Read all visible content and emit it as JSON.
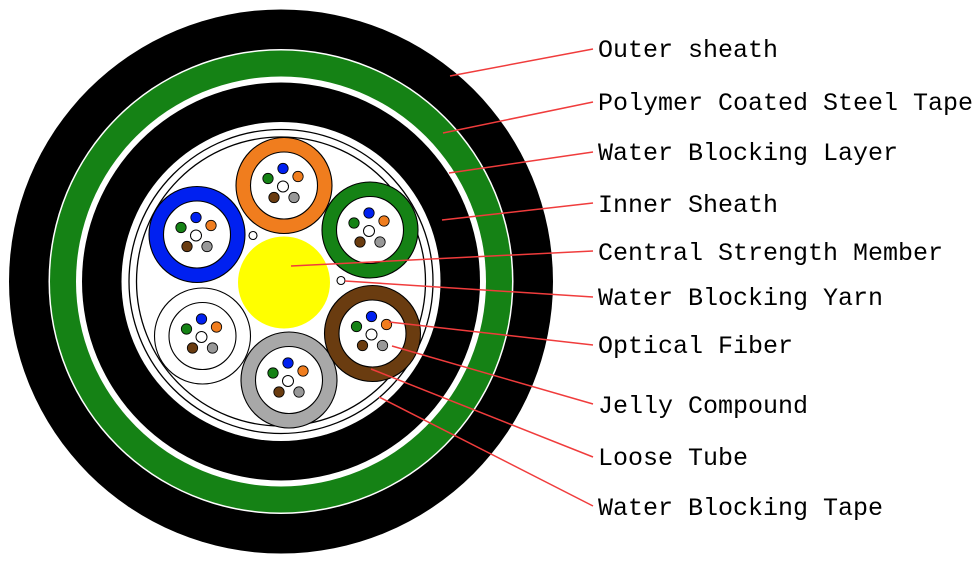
{
  "diagram": {
    "subject": "Optical fiber cable cross-section",
    "labels": [
      {
        "text": "Outer sheath"
      },
      {
        "text": "Polymer Coated Steel Tape"
      },
      {
        "text": "Water Blocking Layer"
      },
      {
        "text": "Inner Sheath"
      },
      {
        "text": "Central Strength Member"
      },
      {
        "text": "Water Blocking Yarn"
      },
      {
        "text": "Optical Fiber"
      },
      {
        "text": "Jelly Compound"
      },
      {
        "text": "Loose Tube"
      },
      {
        "text": "Water Blocking Tape"
      }
    ],
    "core": {
      "central_strength_member_color": "yellow",
      "loose_tube_count": 6,
      "loose_tubes": [
        {
          "position": "top",
          "ring_color": "orange"
        },
        {
          "position": "upper-left",
          "ring_color": "blue"
        },
        {
          "position": "upper-right",
          "ring_color": "green"
        },
        {
          "position": "lower-left",
          "ring_color": "white"
        },
        {
          "position": "bottom",
          "ring_color": "gray"
        },
        {
          "position": "lower-right",
          "ring_color": "brown"
        }
      ],
      "fibers_per_tube": [
        "blue",
        "green",
        "orange",
        "brown",
        "gray",
        "white-center"
      ],
      "water_blocking_yarn_count": 2
    }
  },
  "colors": {
    "sheath_black": "#000000",
    "steel_tape_green": "#158215",
    "water_blocking_layer_white": "#ffffff",
    "inner_sheath_black": "#000000",
    "gap_white": "#ffffff",
    "core_white": "#ffffff",
    "central_strength_member": "#ffff00",
    "tube_orange": "#f07d1e",
    "tube_blue": "#0020f0",
    "tube_green": "#158215",
    "tube_white": "#ffffff",
    "tube_gray": "#a8a8a8",
    "tube_brown": "#6a3c10",
    "fiber_blue": "#0020f0",
    "fiber_green": "#158215",
    "fiber_orange": "#f07d1e",
    "fiber_brown": "#6a3c10",
    "fiber_gray": "#989898",
    "fiber_white": "#ffffff",
    "outline_black": "#000000",
    "leader_line_red": "#f03c3c",
    "label_text": "#000000"
  }
}
